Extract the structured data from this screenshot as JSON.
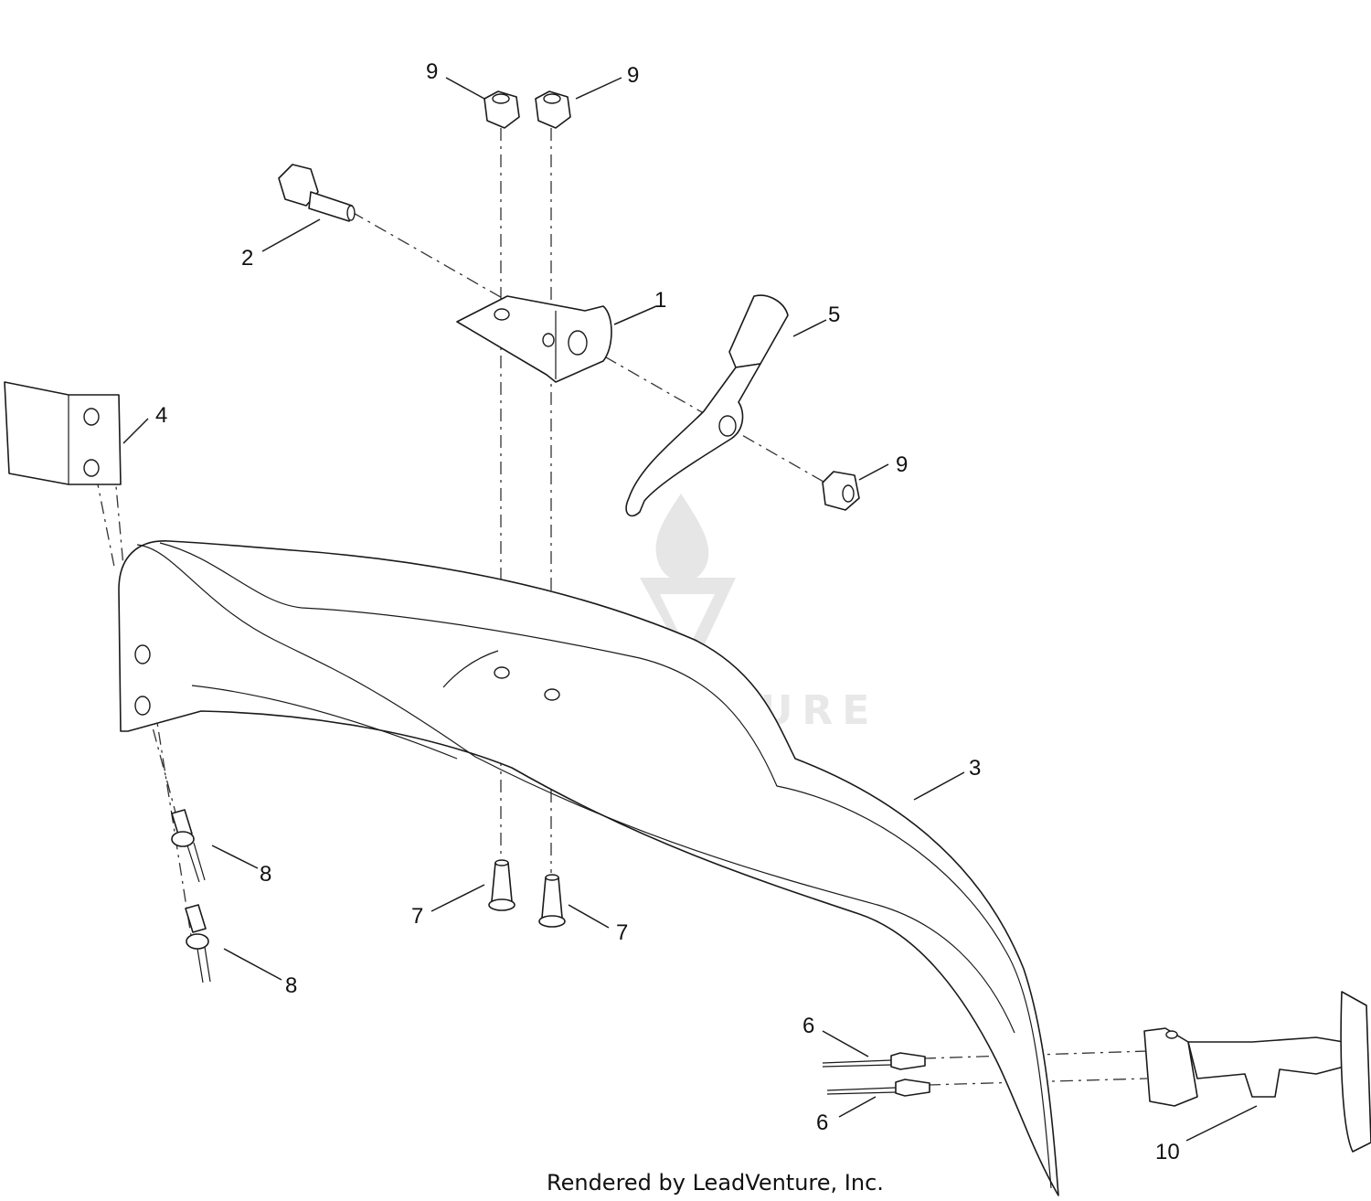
{
  "callouts": {
    "c1": "1",
    "c2": "2",
    "c3": "3",
    "c4": "4",
    "c5": "5",
    "c6a": "6",
    "c6b": "6",
    "c7a": "7",
    "c7b": "7",
    "c8a": "8",
    "c8b": "8",
    "c9a": "9",
    "c9b": "9",
    "c9c": "9",
    "c10": "10"
  },
  "watermark": {
    "text": "LEADVENTURE"
  },
  "footer": {
    "credit": "Rendered by LeadVenture, Inc."
  },
  "colors": {
    "line": "#1a1a1a",
    "watermark": "#e6e6e6",
    "background": "#ffffff"
  }
}
